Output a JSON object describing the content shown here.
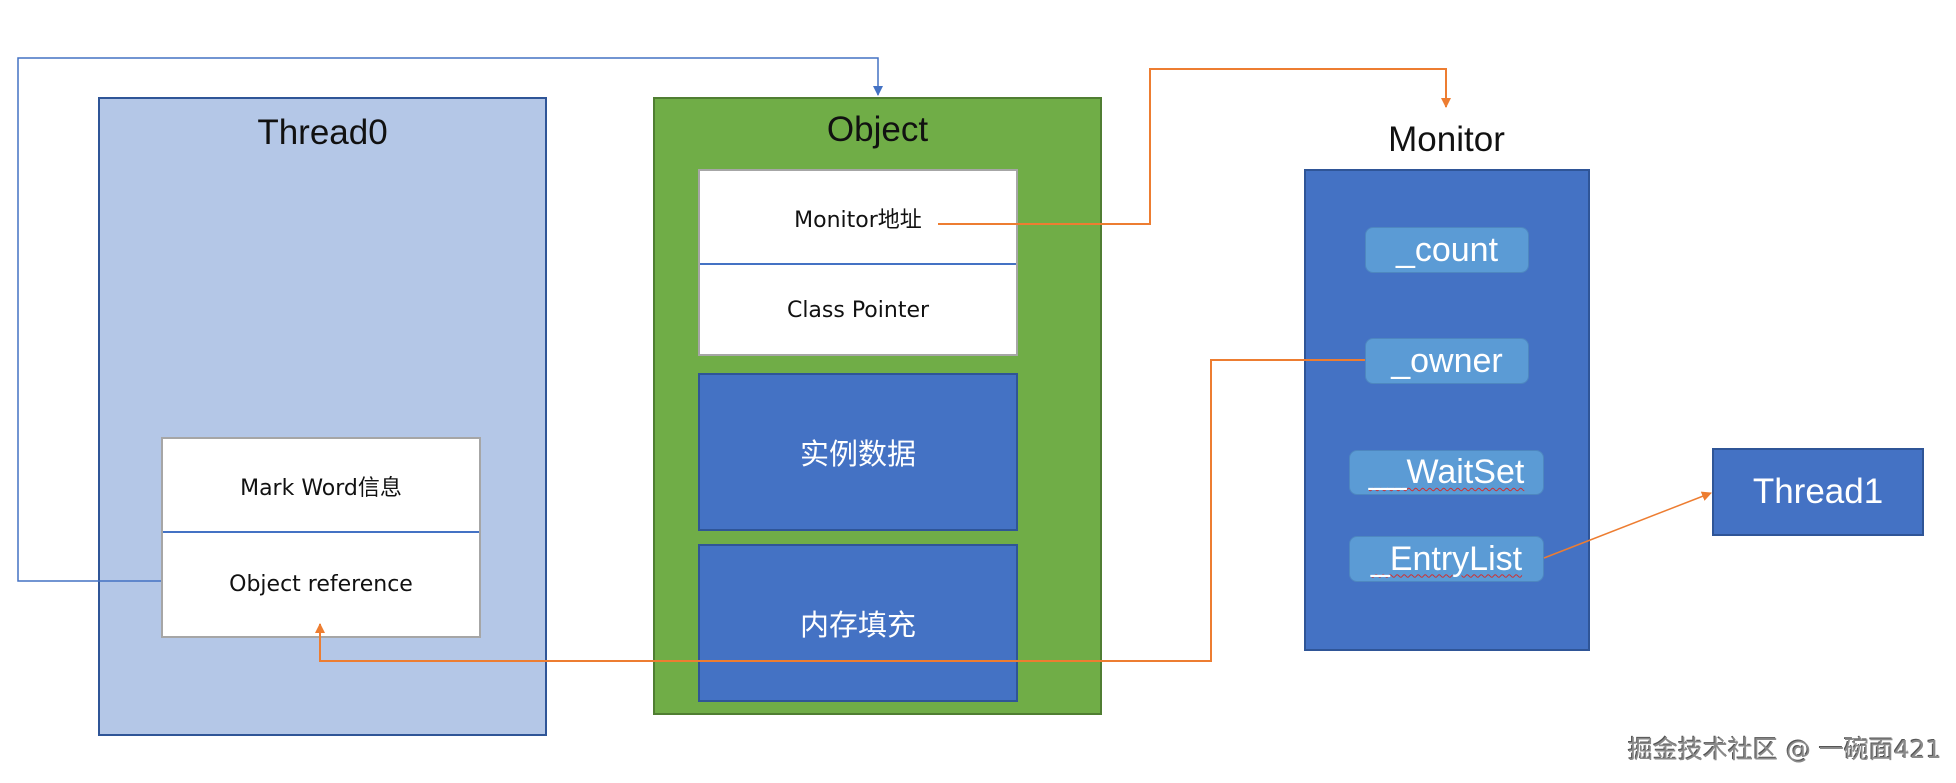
{
  "diagram": {
    "thread0": {
      "title": "Thread0",
      "rows": [
        "Mark Word信息",
        "Object reference"
      ]
    },
    "object": {
      "title": "Object",
      "header_rows": [
        "Monitor地址",
        "Class Pointer"
      ],
      "instance_data": "实例数据",
      "padding": "内存填充"
    },
    "monitor": {
      "title": "Monitor",
      "fields": [
        "_count",
        "_owner",
        "__WaitSet",
        "_EntryList"
      ]
    },
    "thread1": {
      "title": "Thread1"
    },
    "connections": [
      {
        "from": "thread0.object_reference",
        "to": "object",
        "color": "#4472c4"
      },
      {
        "from": "object.monitor_address",
        "to": "monitor",
        "color": "#ed7d31"
      },
      {
        "from": "monitor._owner",
        "to": "thread0",
        "color": "#ed7d31"
      },
      {
        "from": "monitor._EntryList",
        "to": "thread1",
        "color": "#ed7d31"
      }
    ],
    "colors": {
      "thread0_fill": "#b4c7e7",
      "object_fill": "#70ad47",
      "block_fill": "#4472c4",
      "field_fill": "#5b9bd5",
      "arrow_orange": "#ed7d31",
      "arrow_blue": "#4472c4"
    }
  },
  "watermark": "掘金技术社区 @ 一碗面421"
}
